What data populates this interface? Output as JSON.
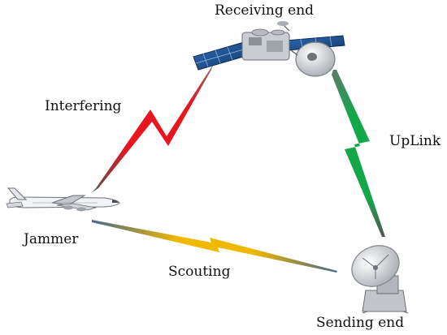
{
  "labels": {
    "receiving_end": "Receiving end",
    "interfering": "Interfering",
    "uplink": "UpLink",
    "jammer": "Jammer",
    "scouting": "Scouting",
    "sending_end": "Sending end"
  },
  "colors": {
    "interfering_link": "#e8141e",
    "uplink_link": "#12a84a",
    "scouting_link": "#f0b800",
    "satellite_panel": "#1e4f8f",
    "text": "#111111"
  },
  "icons": {
    "satellite": "satellite-icon",
    "aircraft": "aircraft-icon",
    "ground_station": "satellite-dish-icon"
  }
}
